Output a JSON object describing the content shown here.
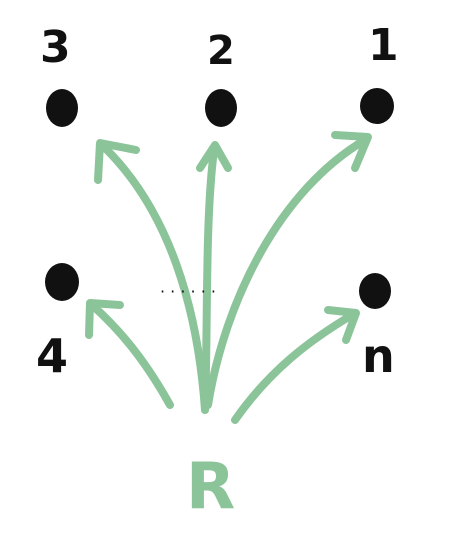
{
  "diagram": {
    "root": {
      "label": "R",
      "color": "#8cc49a"
    },
    "arrow_color": "#8cc49a",
    "node_color": "#111111",
    "nodes": [
      {
        "id": "node-3",
        "label": "3"
      },
      {
        "id": "node-2",
        "label": "2"
      },
      {
        "id": "node-1",
        "label": "1"
      },
      {
        "id": "node-4",
        "label": "4"
      },
      {
        "id": "node-n",
        "label": "n"
      }
    ],
    "ellipsis": "· · · · · ·"
  }
}
